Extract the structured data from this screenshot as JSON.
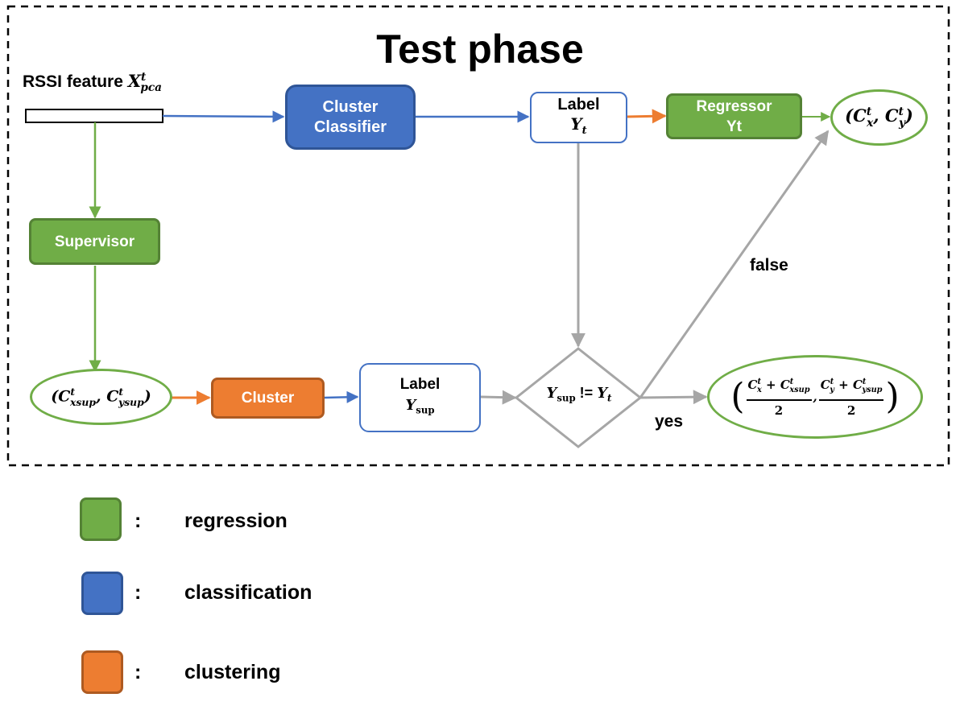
{
  "title": "Test phase",
  "input": {
    "label_prefix": "RSSI feature",
    "symbol": "X",
    "superscript": "t",
    "subscript": "pca"
  },
  "nodes": {
    "cluster_classifier": [
      "Cluster",
      "Classifier"
    ],
    "label_top": {
      "title": "Label",
      "symbol": "Y",
      "subscript": "t"
    },
    "regressor": [
      "Regressor",
      "Yt"
    ],
    "supervisor": "Supervisor",
    "cluster": "Cluster",
    "label_bottom": {
      "title": "Label",
      "symbol": "Y",
      "subscript": "sup"
    },
    "decision": {
      "left": "Y",
      "left_sub": "sup",
      "op": "!=",
      "right": "Y",
      "right_sub": "t"
    }
  },
  "outputs": {
    "top": {
      "c": "C",
      "sup": "t",
      "x_sub": "x",
      "y_sub": "y"
    },
    "sup": {
      "c": "C",
      "sup": "t",
      "x_sub": "xsup",
      "y_sub": "ysup"
    },
    "avg": {
      "c": "C",
      "sup": "t",
      "x_sub": "x",
      "xsup_sub": "xsup",
      "y_sub": "y",
      "ysup_sub": "ysup",
      "plus": "+",
      "den": "2"
    }
  },
  "edge_labels": {
    "false": "false",
    "yes": "yes"
  },
  "legend": [
    {
      "label": "regression",
      "color": "#70ad47",
      "border": "#548235"
    },
    {
      "label": "classification",
      "color": "#4472c4",
      "border": "#2f5597"
    },
    {
      "label": "clustering",
      "color": "#ed7d31",
      "border": "#ae5a21"
    }
  ],
  "legend_separator": ":",
  "colors": {
    "regression_edge": "#70ad47",
    "classification_edge": "#4472c4",
    "clustering_edge": "#ed7d31",
    "decision_edge": "#a6a6a6",
    "frame": "#000000"
  }
}
